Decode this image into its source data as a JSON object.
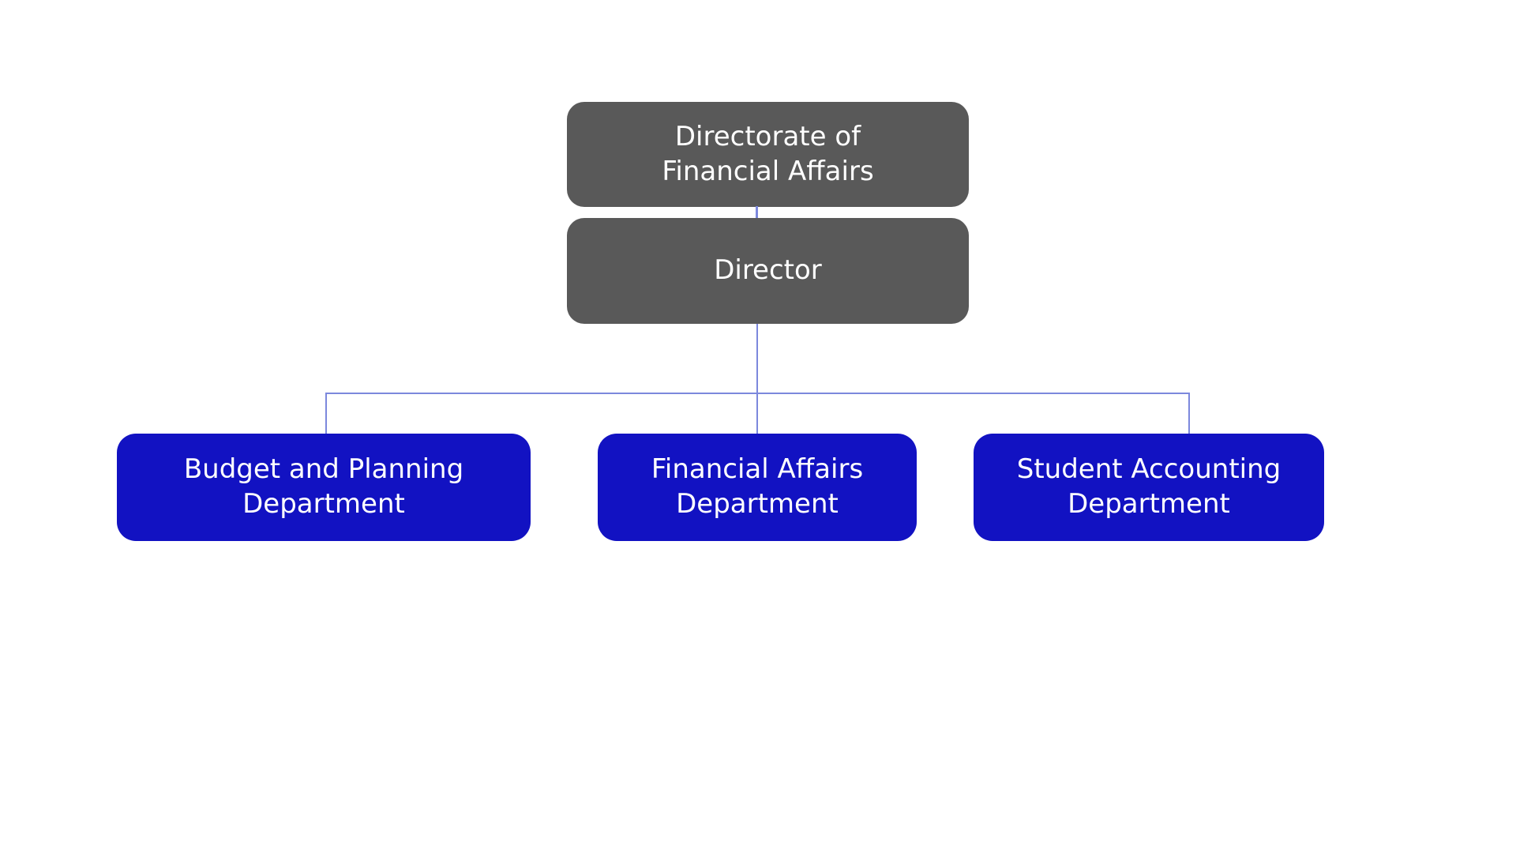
{
  "org_chart": {
    "title_node": {
      "label": "Directorate of\nFinancial Affairs"
    },
    "director_node": {
      "label": "Director"
    },
    "departments": [
      {
        "label": "Budget and Planning\nDepartment"
      },
      {
        "label": "Financial Affairs\nDepartment"
      },
      {
        "label": "Student Accounting\nDepartment"
      }
    ],
    "colors": {
      "top_nodes": "#595959",
      "department_nodes": "#1212c2",
      "connector": "#7c88dd",
      "text": "#ffffff",
      "background": "#ffffff"
    }
  }
}
